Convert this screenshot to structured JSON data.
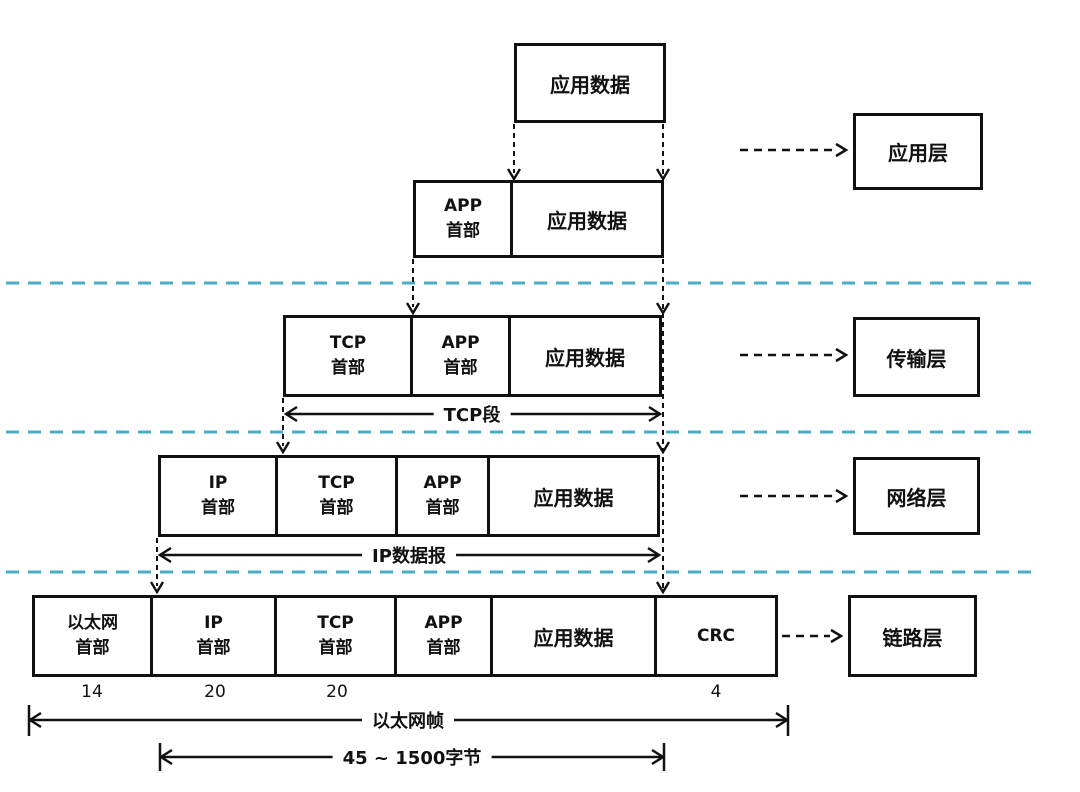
{
  "colors": {
    "separator_line": "#4BACC6",
    "stroke": "#111111",
    "background": "#ffffff"
  },
  "rows": {
    "r1": {
      "data": "应用数据"
    },
    "r2": {
      "app": "APP\n首部",
      "data": "应用数据"
    },
    "r3": {
      "tcp": "TCP\n首部",
      "app": "APP\n首部",
      "data": "应用数据"
    },
    "r4": {
      "ip": "IP\n首部",
      "tcp": "TCP\n首部",
      "app": "APP\n首部",
      "data": "应用数据"
    },
    "r5": {
      "eth": "以太网\n首部",
      "ip": "IP\n首部",
      "tcp": "TCP\n首部",
      "app": "APP\n首部",
      "data": "应用数据",
      "crc": "CRC"
    }
  },
  "measures": {
    "tcp_segment": "TCP段",
    "ip_datagram": "IP数据报",
    "ethernet_frame": "以太网帧",
    "payload_range": "45 ~ 1500字节"
  },
  "byte_sizes": {
    "eth": "14",
    "ip": "20",
    "tcp": "20",
    "crc": "4"
  },
  "layers": {
    "application": "应用层",
    "transport": "传输层",
    "network": "网络层",
    "link": "链路层"
  }
}
